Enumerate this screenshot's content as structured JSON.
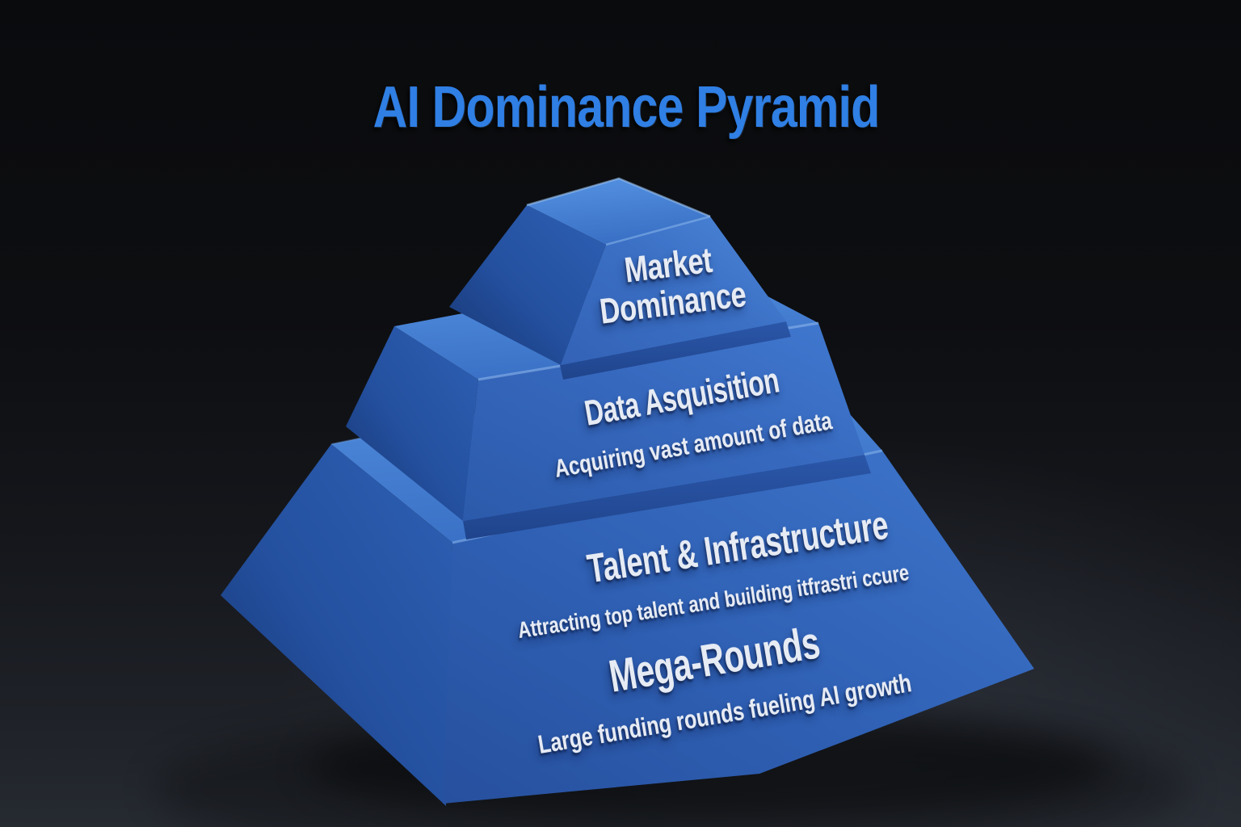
{
  "title": {
    "text": "AI Dominance Pyramid"
  },
  "pyramid": {
    "tiers": [
      {
        "name": "market-dominance",
        "label": "Market Dominance",
        "sublabel": ""
      },
      {
        "name": "data-acquisition",
        "label": "Data Asquisition",
        "sublabel": "Acquiring vast amount of data"
      },
      {
        "name": "talent-infrastructure",
        "label": "Talent & Infrastructure",
        "sublabel": "Attracting top talent and building itfrastri ccure"
      },
      {
        "name": "mega-rounds",
        "label": "Mega-Rounds",
        "sublabel": "Large funding rounds fueling AI growth"
      }
    ]
  },
  "colors": {
    "title_blue": "#2f7fe4",
    "text": "#e6ebf4",
    "face_blue": "#3366bb",
    "side_blue": "#1f478f",
    "facet_blue": "#4e8bdc",
    "background_top": "#0a0b0d",
    "background_bottom": "#262a31"
  }
}
